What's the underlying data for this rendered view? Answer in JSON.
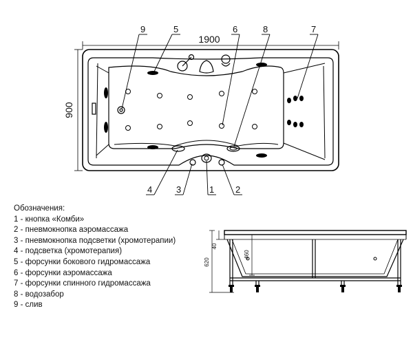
{
  "top_view": {
    "length_label": "1900",
    "width_label": "900",
    "callouts": [
      {
        "number": "9"
      },
      {
        "number": "5"
      },
      {
        "number": "6"
      },
      {
        "number": "8"
      },
      {
        "number": "7"
      },
      {
        "number": "4"
      },
      {
        "number": "3"
      },
      {
        "number": "1"
      },
      {
        "number": "2"
      }
    ]
  },
  "side_view": {
    "dims": {
      "total_height": "620",
      "rim": "40",
      "depth": "460"
    }
  },
  "legend": {
    "title": "Обозначения:",
    "items": [
      "1 - кнопка «Комби»",
      "2 - пневмокнопка аэромассажа",
      "3 - пневмокнопка подсветки (хромотерапии)",
      "4 - подсветка (хромотерапия)",
      "5 - форсунки бокового гидромассажа",
      "6 - форсунки аэромассажа",
      "7 - форсунки спинного гидромассажа",
      "8 - водозабор",
      "9 - слив"
    ]
  }
}
